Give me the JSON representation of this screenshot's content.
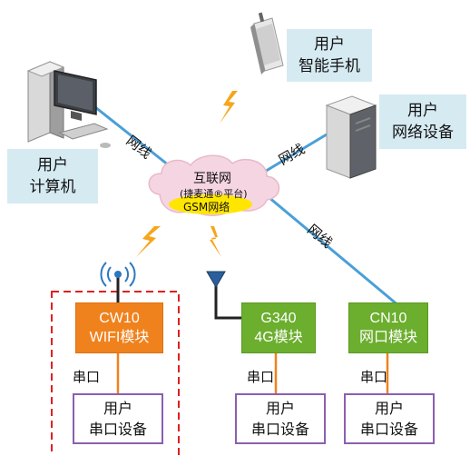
{
  "internet": {
    "title": "互联网",
    "subtitle": "(捷麦通®平台)",
    "gsm": "GSM网络"
  },
  "nodes": {
    "pc": {
      "line1": "用户",
      "line2": "计算机"
    },
    "phone": {
      "line1": "用户",
      "line2": "智能手机"
    },
    "server": {
      "line1": "用户",
      "line2": "网络设备"
    }
  },
  "links": {
    "pc": "网线",
    "server": "网线",
    "cn10": "网线"
  },
  "modules": [
    {
      "line1": "CW10",
      "line2": "WIFI模块",
      "color": "#f0821e"
    },
    {
      "line1": "G340",
      "line2": "4G模块",
      "color": "#6cae2e"
    },
    {
      "line1": "CN10",
      "line2": "网口模块",
      "color": "#6cae2e"
    }
  ],
  "serial_labels": [
    "串口",
    "串口",
    "串口"
  ],
  "devices": [
    {
      "line1": "用户",
      "line2": "串口设备"
    },
    {
      "line1": "用户",
      "line2": "串口设备"
    },
    {
      "line1": "用户",
      "line2": "串口设备"
    }
  ],
  "colors": {
    "network_line": "#4a9fd8",
    "serial_line": "#f0821e",
    "dashed_frame": "#e02020",
    "lightning": "#f7a51c",
    "cloud_fill": "#f5d5e1",
    "gsm_fill": "#ffe600",
    "label_bg": "#d6eaf2",
    "device_border": "#8a5fb0"
  }
}
